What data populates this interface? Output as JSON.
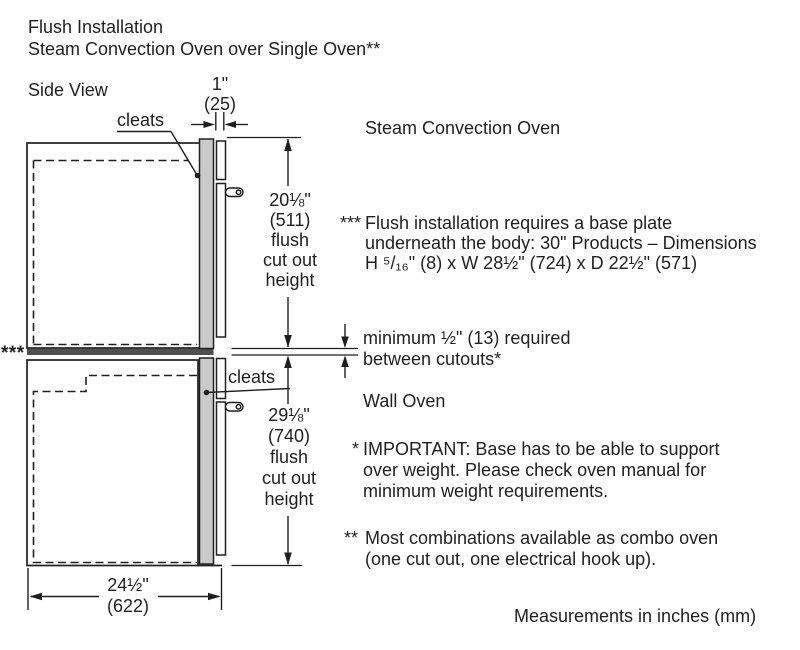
{
  "title": {
    "line1": "Flush Installation",
    "line2": "Steam Convection Oven over Single Oven**"
  },
  "side_view_label": "Side View",
  "diagram": {
    "cleats_upper_label": "cleats",
    "cleats_lower_label": "cleats",
    "base_plate_marker": "***",
    "dim_gap_top": {
      "value": "1\"",
      "mm": "(25)"
    },
    "dim_upper_height": {
      "value": "20⅛\"",
      "mm": "(511)",
      "word1": "flush",
      "word2": "cut out",
      "word3": "height"
    },
    "dim_lower_height": {
      "value": "29⅛\"",
      "mm": "(740)",
      "word1": "flush",
      "word2": "cut out",
      "word3": "height"
    },
    "dim_width": {
      "value": "24½\"",
      "mm": "(622)"
    }
  },
  "right_column": {
    "steam_oven_label": "Steam Convection Oven",
    "wall_oven_label": "Wall Oven",
    "note_base_plate": {
      "prefix": "***",
      "line1": "Flush installation requires a base plate",
      "line2": "underneath the body: 30\" Products – Dimensions",
      "line3": "H ⁵/₁₆\" (8) x W 28½\" (724) x D 22½\" (571)"
    },
    "note_min_gap": {
      "line1": "minimum ½\" (13) required",
      "line2": "between cutouts*"
    },
    "note_important": {
      "prefix": "*",
      "line1": "IMPORTANT: Base has to be able to support",
      "line2": "over weight. Please check oven manual for",
      "line3": "minimum weight requirements."
    },
    "note_combo": {
      "prefix": "**",
      "line1": "Most combinations available as combo oven",
      "line2": "(one cut out, one electrical hook up)."
    },
    "footer": "Measurements in inches (mm)"
  },
  "colors": {
    "line": "#1f1f1f",
    "cleat_fill": "#cacaca",
    "base_plate_fill": "#4f4f4f",
    "background": "#ffffff"
  }
}
